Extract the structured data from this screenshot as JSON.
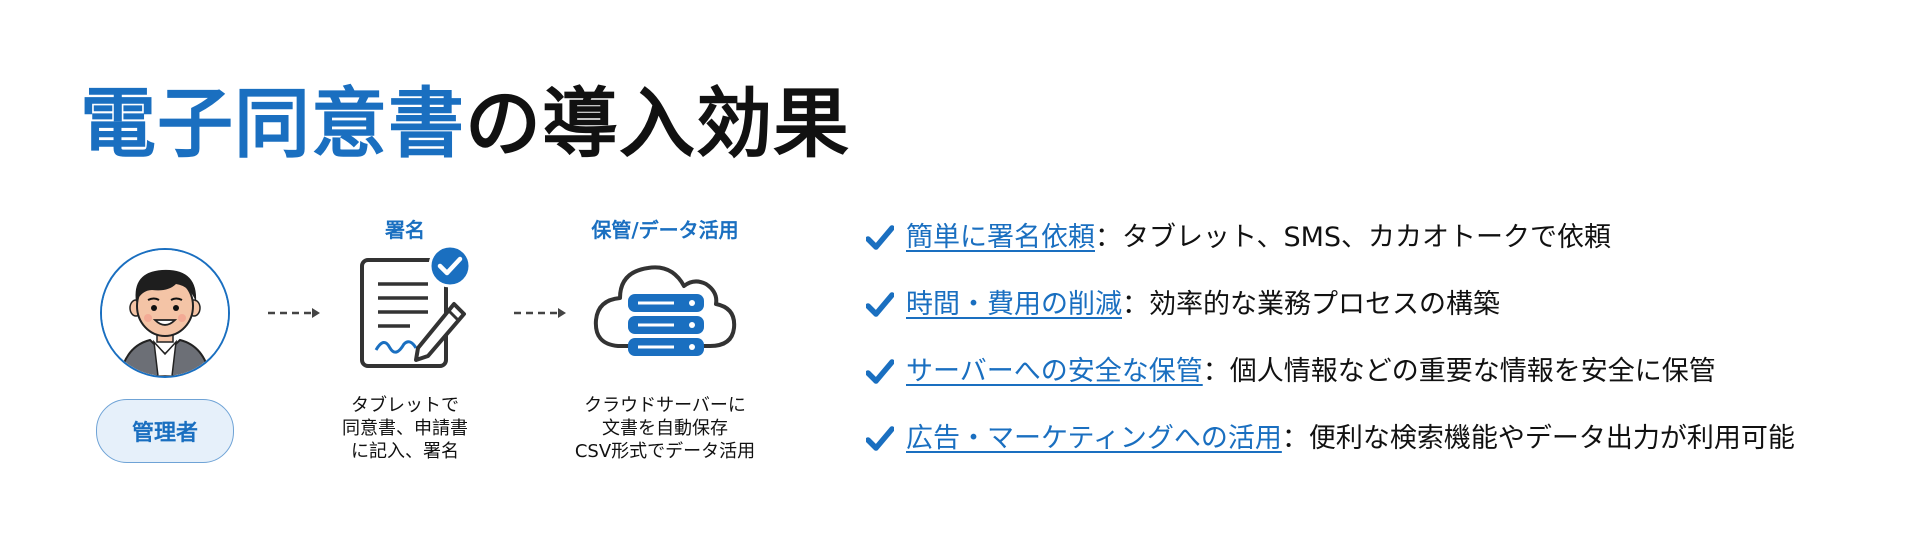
{
  "title": {
    "accent": "電子同意書",
    "rest": "の導入効果"
  },
  "flow": {
    "role": "管理者",
    "steps": [
      {
        "label": "署名",
        "caption": [
          "タブレットで",
          "同意書、申請書",
          "に記入、署名"
        ]
      },
      {
        "label": "保管/データ活用",
        "caption": [
          "クラウドサーバーに",
          "文書を自動保存",
          "CSV形式でデータ活用"
        ]
      }
    ]
  },
  "benefits": [
    {
      "title": "簡単に署名依頼",
      "desc": "タブレット、SMS、カカオトークで依頼"
    },
    {
      "title": "時間・費用の削減",
      "desc": "効率的な業務プロセスの構築"
    },
    {
      "title": "サーバーへの安全な保管",
      "desc": "個人情報などの重要な情報を安全に保管"
    },
    {
      "title": "広告・マーケティングへの活用",
      "desc": "便利な検索機能やデータ出力が利用可能"
    }
  ],
  "separator": "：",
  "colors": {
    "accent": "#1a6fc0",
    "text": "#111111",
    "pill_bg": "#e6f0fa"
  },
  "icons": [
    "admin-avatar-icon",
    "document-sign-icon",
    "check-badge-icon",
    "cloud-server-icon",
    "checkmark-icon",
    "dashed-arrow-icon"
  ]
}
